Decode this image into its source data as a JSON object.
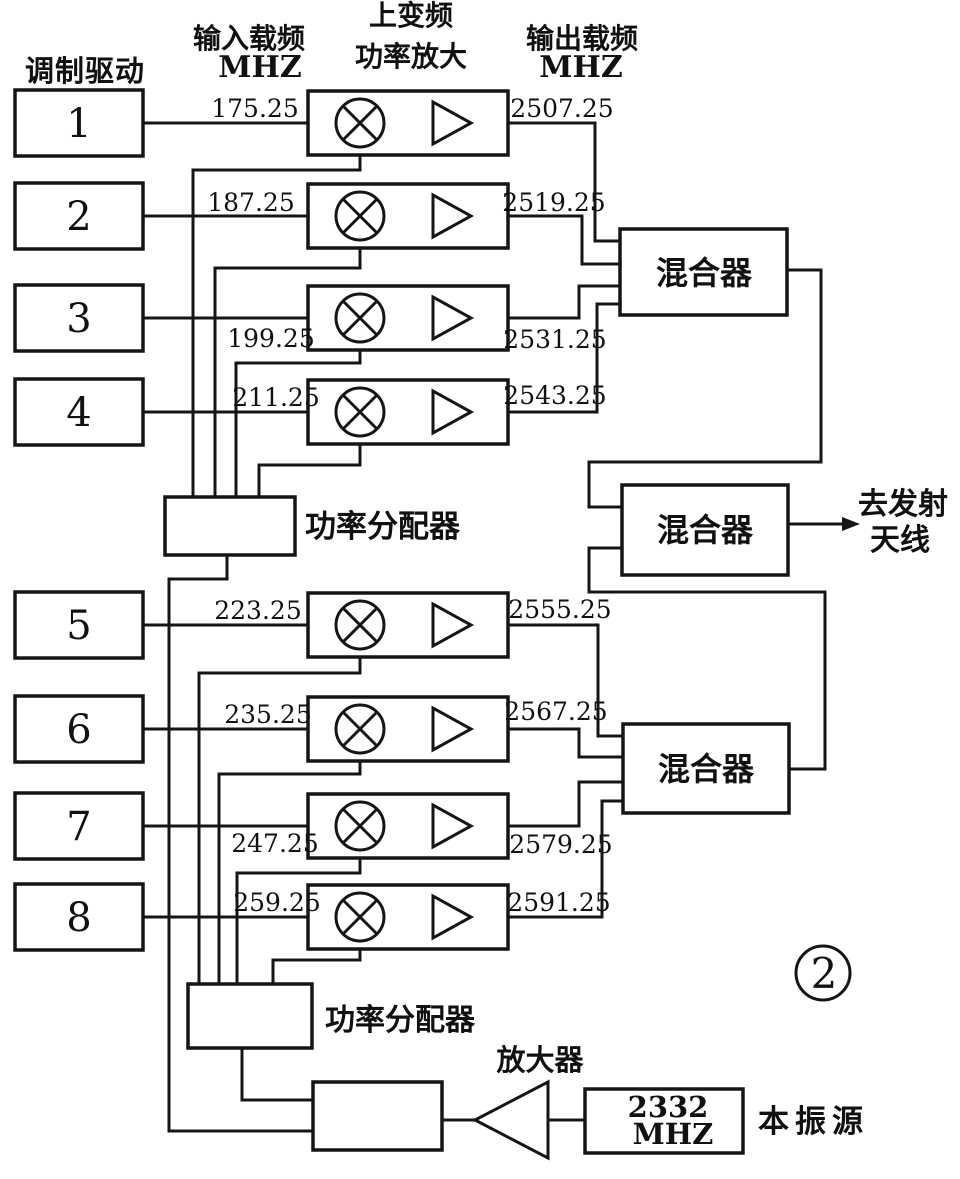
{
  "headers": {
    "modulation_drive": "调制驱动",
    "input_carrier": "输入载频",
    "input_carrier_unit": "MHZ",
    "upconverter_line1": "上变频",
    "upconverter_line2": "功率放大",
    "output_carrier": "输出载频",
    "output_carrier_unit": "MHZ"
  },
  "channels": [
    {
      "id": "1",
      "input_mhz": "175.25",
      "output_mhz": "2507.25"
    },
    {
      "id": "2",
      "input_mhz": "187.25",
      "output_mhz": "2519.25"
    },
    {
      "id": "3",
      "input_mhz": "199.25",
      "output_mhz": "2531.25"
    },
    {
      "id": "4",
      "input_mhz": "211.25",
      "output_mhz": "2543.25"
    },
    {
      "id": "5",
      "input_mhz": "223.25",
      "output_mhz": "2555.25"
    },
    {
      "id": "6",
      "input_mhz": "235.25",
      "output_mhz": "2567.25"
    },
    {
      "id": "7",
      "input_mhz": "247.25",
      "output_mhz": "2579.25"
    },
    {
      "id": "8",
      "input_mhz": "259.25",
      "output_mhz": "2591.25"
    }
  ],
  "blocks": {
    "power_divider_label": "功率分配器",
    "combiner_label": "混合器",
    "amplifier_label": "放大器",
    "lo_freq": "2332",
    "lo_unit": "MHZ",
    "lo_source_label": "本振源",
    "antenna_line1": "去发射",
    "antenna_line2": "天线",
    "figure_number": "2"
  }
}
